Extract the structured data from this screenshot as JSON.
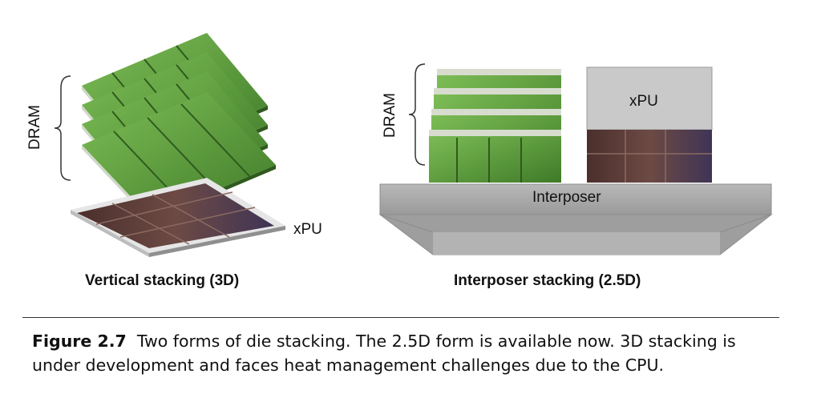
{
  "left_panel": {
    "dram_label": "DRAM",
    "xpu_label": "xPU",
    "subtitle": "Vertical stacking (3D)"
  },
  "right_panel": {
    "dram_label": "DRAM",
    "xpu_label": "xPU",
    "interposer_label": "Interposer",
    "subtitle": "Interposer stacking (2.5D)"
  },
  "caption": {
    "number": "Figure 2.7",
    "text": "Two forms of die stacking. The 2.5D form is available now. 3D stacking is under development and faces heat management challenges due to the CPU."
  },
  "colors": {
    "dram_green": "#5f9e3c",
    "dram_dark": "#3c6e26",
    "chip_brown": "#5a3a36",
    "interposer_gray": "#a7a7a7",
    "xpu_gray": "#c9c9c9"
  }
}
